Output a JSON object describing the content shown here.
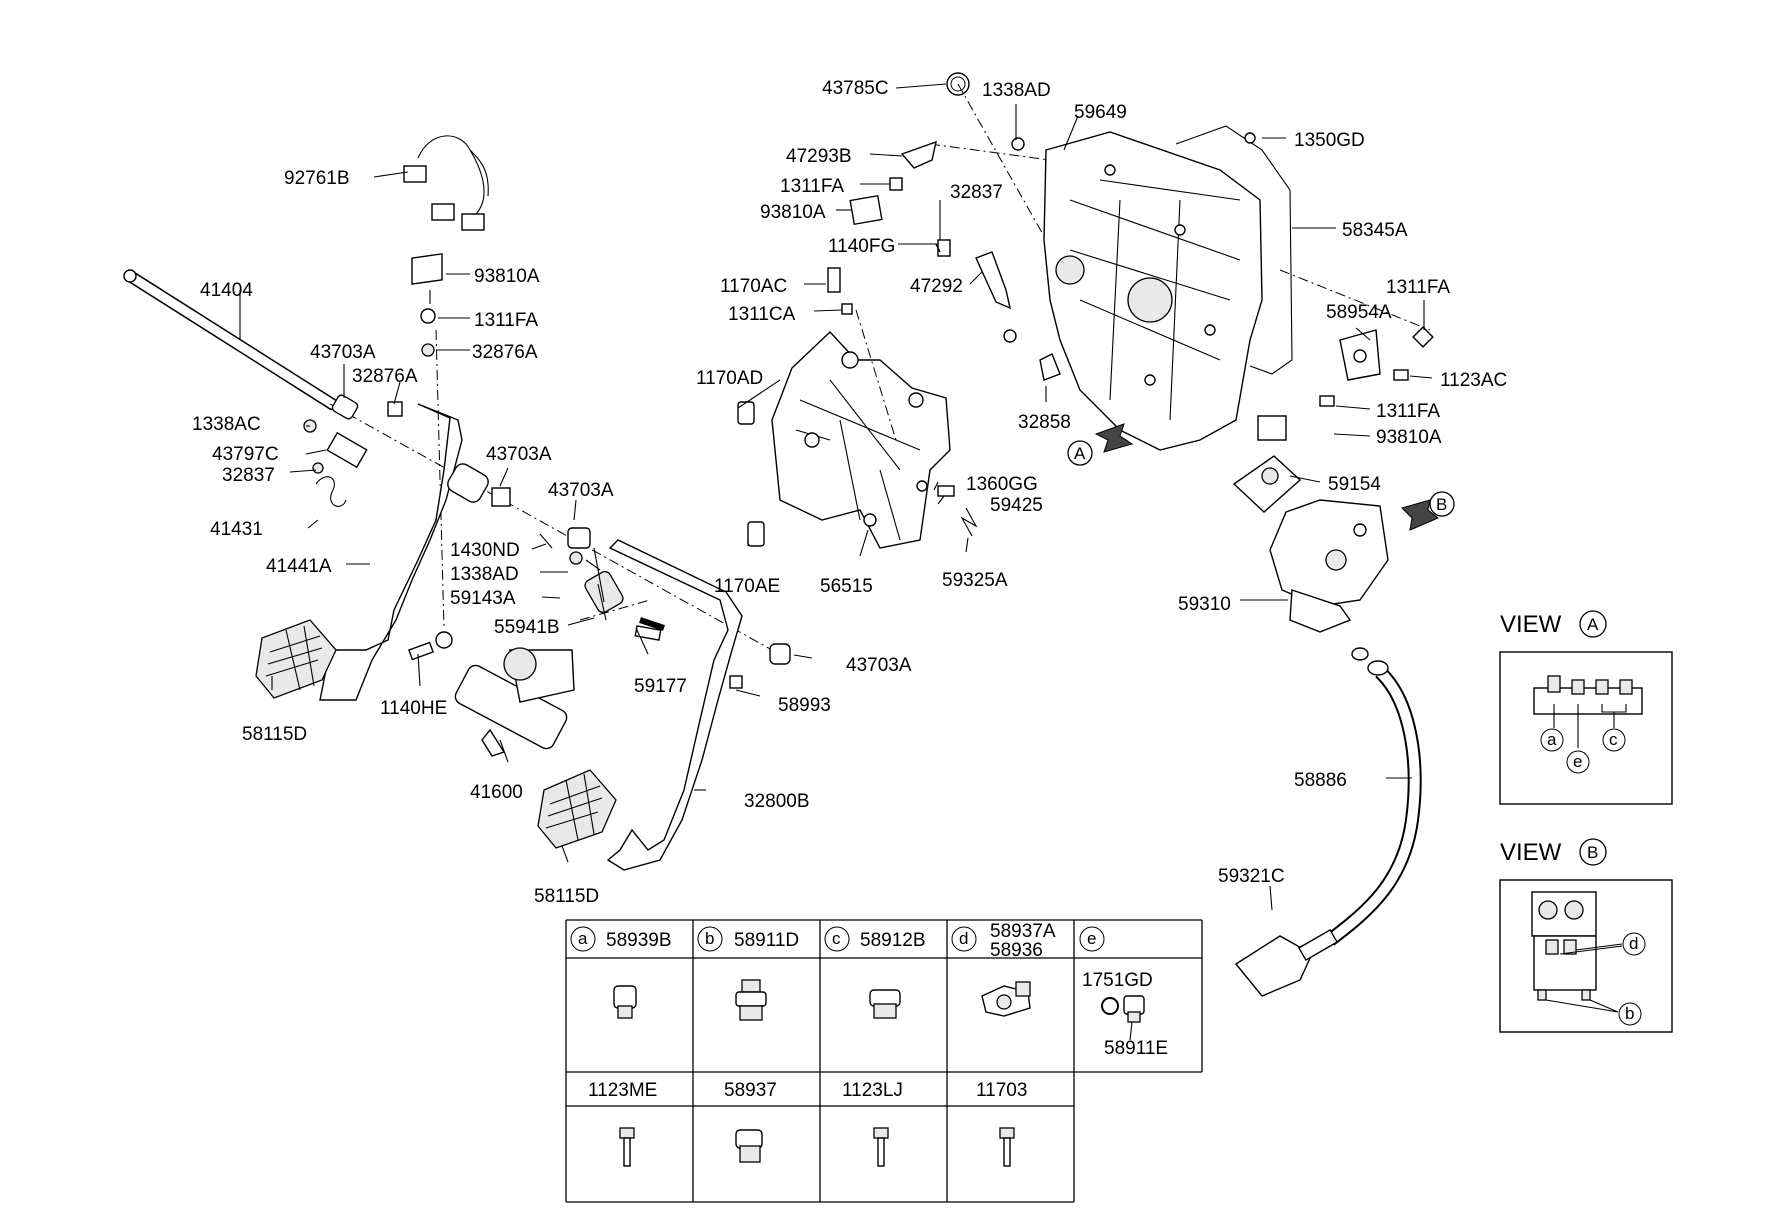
{
  "callouts": [
    {
      "id": "c1",
      "text": "92761B"
    },
    {
      "id": "c2",
      "text": "93810A"
    },
    {
      "id": "c3",
      "text": "1311FA"
    },
    {
      "id": "c4",
      "text": "32876A"
    },
    {
      "id": "c5",
      "text": "41404"
    },
    {
      "id": "c6",
      "text": "43703A"
    },
    {
      "id": "c7",
      "text": "32876A"
    },
    {
      "id": "c8",
      "text": "1338AC"
    },
    {
      "id": "c9",
      "text": "43797C"
    },
    {
      "id": "c10",
      "text": "32837"
    },
    {
      "id": "c11",
      "text": "41431"
    },
    {
      "id": "c12",
      "text": "41441A"
    },
    {
      "id": "c13",
      "text": "43703A"
    },
    {
      "id": "c14",
      "text": "43703A"
    },
    {
      "id": "c15",
      "text": "1430ND"
    },
    {
      "id": "c16",
      "text": "1338AD"
    },
    {
      "id": "c17",
      "text": "59143A"
    },
    {
      "id": "c18",
      "text": "55941B"
    },
    {
      "id": "c19",
      "text": "58115D"
    },
    {
      "id": "c20",
      "text": "1140HE"
    },
    {
      "id": "c21",
      "text": "41600"
    },
    {
      "id": "c22",
      "text": "59177"
    },
    {
      "id": "c23",
      "text": "58993"
    },
    {
      "id": "c24",
      "text": "43703A"
    },
    {
      "id": "c25",
      "text": "32800B"
    },
    {
      "id": "c26",
      "text": "58115D"
    },
    {
      "id": "c27",
      "text": "43785C"
    },
    {
      "id": "c28",
      "text": "1338AD"
    },
    {
      "id": "c29",
      "text": "59649"
    },
    {
      "id": "c30",
      "text": "47293B"
    },
    {
      "id": "c31",
      "text": "1311FA"
    },
    {
      "id": "c32",
      "text": "93810A"
    },
    {
      "id": "c33",
      "text": "32837"
    },
    {
      "id": "c34",
      "text": "1140FG"
    },
    {
      "id": "c35",
      "text": "47292"
    },
    {
      "id": "c36",
      "text": "1170AC"
    },
    {
      "id": "c37",
      "text": "1311CA"
    },
    {
      "id": "c38",
      "text": "1170AD"
    },
    {
      "id": "c39",
      "text": "1360GG"
    },
    {
      "id": "c40",
      "text": "59425"
    },
    {
      "id": "c41",
      "text": "59325A"
    },
    {
      "id": "c42",
      "text": "1170AE"
    },
    {
      "id": "c43",
      "text": "56515"
    },
    {
      "id": "c44",
      "text": "32858"
    },
    {
      "id": "c45",
      "text": "1350GD"
    },
    {
      "id": "c46",
      "text": "58345A"
    },
    {
      "id": "c47",
      "text": "1311FA"
    },
    {
      "id": "c48",
      "text": "58954A"
    },
    {
      "id": "c49",
      "text": "1123AC"
    },
    {
      "id": "c50",
      "text": "1311FA"
    },
    {
      "id": "c51",
      "text": "93810A"
    },
    {
      "id": "c52",
      "text": "59154"
    },
    {
      "id": "c53",
      "text": "59310"
    },
    {
      "id": "c54",
      "text": "58886"
    },
    {
      "id": "c55",
      "text": "59321C"
    }
  ],
  "view_markers": {
    "a": "A",
    "b": "B"
  },
  "views": [
    {
      "title": "VIEW",
      "letter": "A",
      "circles": [
        "a",
        "e",
        "c"
      ]
    },
    {
      "title": "VIEW",
      "letter": "B",
      "circles": [
        "d",
        "b"
      ]
    }
  ],
  "parts_table": {
    "header": [
      {
        "letter": "a",
        "part": "58939B"
      },
      {
        "letter": "b",
        "part": "58911D"
      },
      {
        "letter": "c",
        "part": "58912B"
      },
      {
        "letter": "d",
        "part": "58937A",
        "part2": "58936"
      },
      {
        "letter": "e",
        "part": "",
        "sub1": "1751GD",
        "sub2": "58911E"
      }
    ],
    "row2": [
      "1123ME",
      "58937",
      "1123LJ",
      "11703"
    ]
  }
}
